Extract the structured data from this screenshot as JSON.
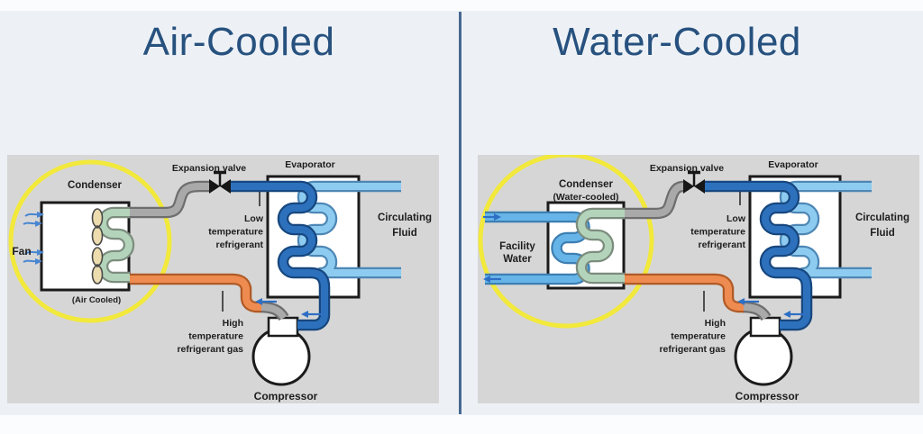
{
  "titles": {
    "left": "Air-Cooled",
    "right": "Water-Cooled"
  },
  "left_diagram": {
    "condenser": "Condenser",
    "condenser_sub": "(Air Cooled)",
    "fan": "Fan",
    "expansion_valve": "Expansion valve",
    "evaporator": "Evaporator",
    "low_temp": [
      "Low",
      "temperature",
      "refrigerant"
    ],
    "circulating": [
      "Circulating",
      "Fluid"
    ],
    "high_temp": [
      "High",
      "temperature",
      "refrigerant gas"
    ],
    "compressor": "Compressor"
  },
  "right_diagram": {
    "condenser": "Condenser",
    "condenser_sub": "(Water-cooled)",
    "facility_water": [
      "Facility",
      "Water"
    ],
    "expansion_valve": "Expansion valve",
    "evaporator": "Evaporator",
    "low_temp": [
      "Low",
      "temperature",
      "refrigerant"
    ],
    "circulating": [
      "Circulating",
      "Fluid"
    ],
    "high_temp": [
      "High",
      "temperature",
      "refrigerant gas"
    ],
    "compressor": "Compressor"
  },
  "colors": {
    "background": "#edf1f6",
    "top_bottom_strips": "#fbfcfd",
    "divider": "#47688f",
    "title_text": "#27517e",
    "panel_background": "#d6d6d6",
    "highlight_circle": "#f2e93c",
    "refrigerant_pipe": "#2d71bd",
    "circulating_fluid_pipe": "#8dccf0",
    "facility_water_pipe": "#66b4e8",
    "hot_gas_pipe": "#ee8b50",
    "condenser_coil": "#b3d4ba",
    "gray_pipe": "#a9a9a9",
    "label_text": "#1d1d1d"
  }
}
